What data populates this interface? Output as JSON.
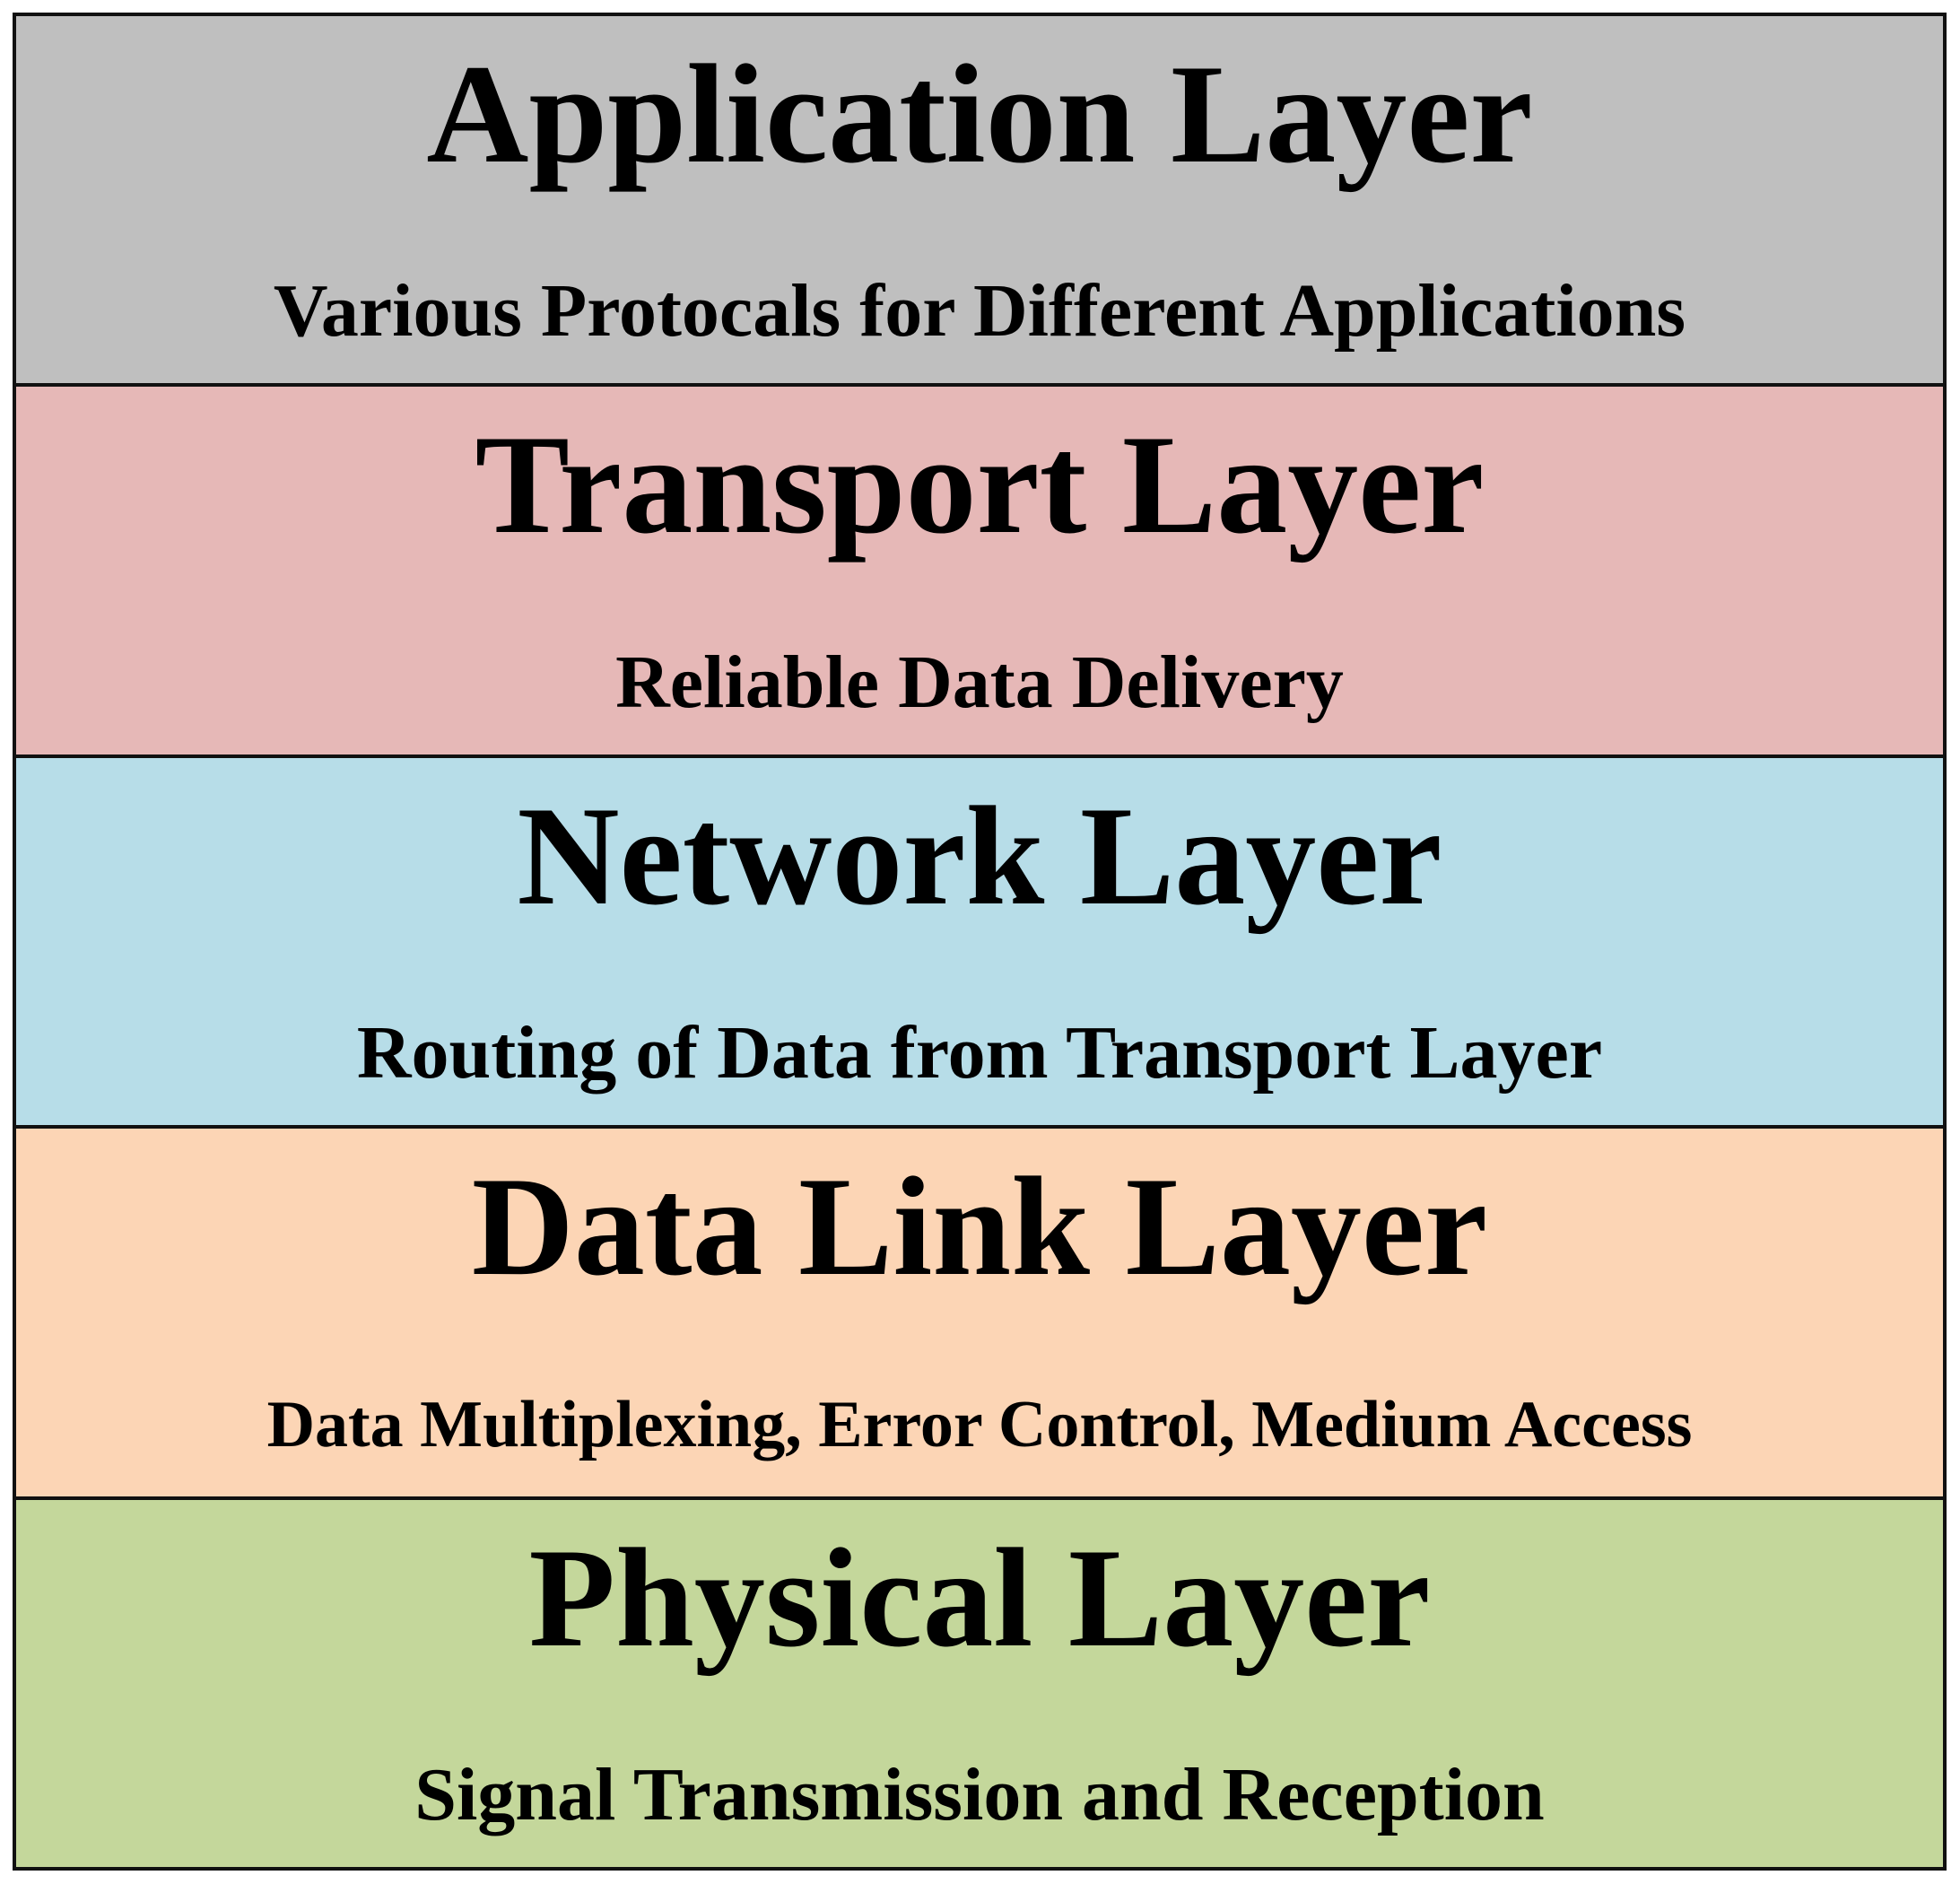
{
  "layers": [
    {
      "name": "Application Layer",
      "description": "Various Protocals for Different Applications",
      "color": "#bfbfbf"
    },
    {
      "name": "Transport Layer",
      "description": "Reliable Data Delivery",
      "color": "#e6b8b7"
    },
    {
      "name": "Network Layer",
      "description": "Routing of Data from Transport Layer",
      "color": "#b7dde8"
    },
    {
      "name": "Data Link Layer",
      "description": "Data Multiplexing, Error Control, Medium Access",
      "color": "#fcd5b5"
    },
    {
      "name": "Physical Layer",
      "description": "Signal Transmission and Reception",
      "color": "#c4d79b"
    }
  ]
}
